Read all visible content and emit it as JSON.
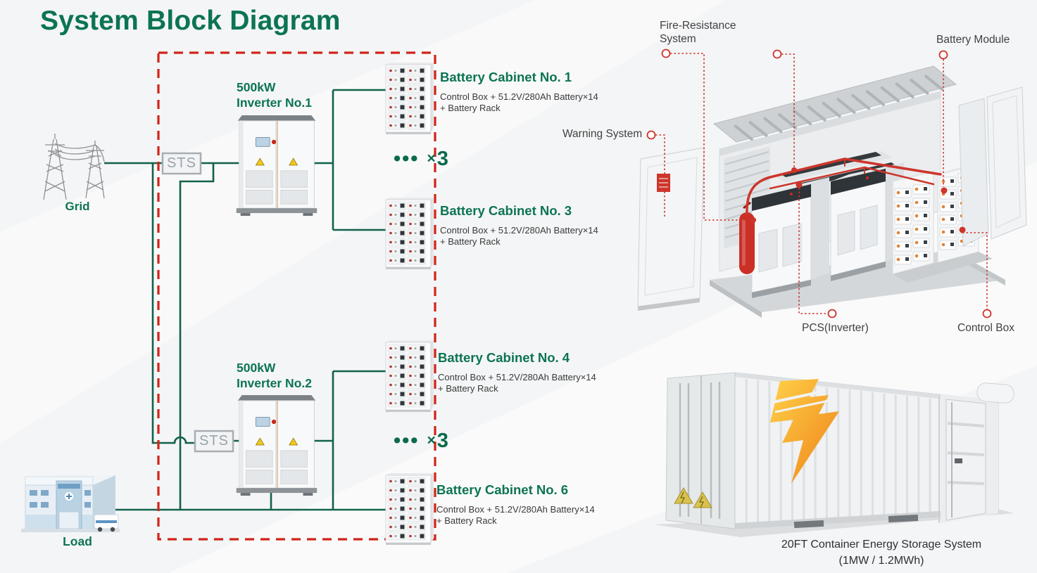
{
  "title": "System Block Diagram",
  "colors": {
    "accent_green": "#0c7452",
    "line_green": "#11624a",
    "alert_red": "#d1241a",
    "leader_red": "#cd352b"
  },
  "block_diagram": {
    "grid_label": "Grid",
    "load_label": "Load",
    "sts1_label": "STS",
    "sts2_label": "STS",
    "inverter1_line1": "500kW",
    "inverter1_line2": "Inverter No.1",
    "inverter2_line1": "500kW",
    "inverter2_line2": "Inverter No.2",
    "multiplier1_dots": "•••",
    "multiplier1_sign": "×",
    "multiplier1_count": "3",
    "multiplier2_dots": "•••",
    "multiplier2_sign": "×",
    "multiplier2_count": "3",
    "cabinets": [
      {
        "title": "Battery Cabinet No. 1",
        "desc_line1": "Control Box + 51.2V/280Ah Battery×14",
        "desc_line2": "+ Battery Rack"
      },
      {
        "title": "Battery Cabinet No. 3",
        "desc_line1": "Control Box + 51.2V/280Ah Battery×14",
        "desc_line2": "+ Battery Rack"
      },
      {
        "title": "Battery Cabinet No. 4",
        "desc_line1": "Control Box + 51.2V/280Ah Battery×14",
        "desc_line2": "+ Battery Rack"
      },
      {
        "title": "Battery Cabinet No. 6",
        "desc_line1": "Control Box + 51.2V/280Ah Battery×14",
        "desc_line2": "+ Battery Rack"
      }
    ]
  },
  "exploded_view": {
    "fire_label_line1": "Fire-Resistance",
    "fire_label_line2": "System",
    "warning_label": "Warning System",
    "battery_module_label": "Battery Module",
    "pcs_label": "PCS(Inverter)",
    "control_box_label": "Control Box"
  },
  "container": {
    "caption_line1": "20FT Container Energy Storage System",
    "caption_line2": "(1MW / 1.2MWh)"
  }
}
